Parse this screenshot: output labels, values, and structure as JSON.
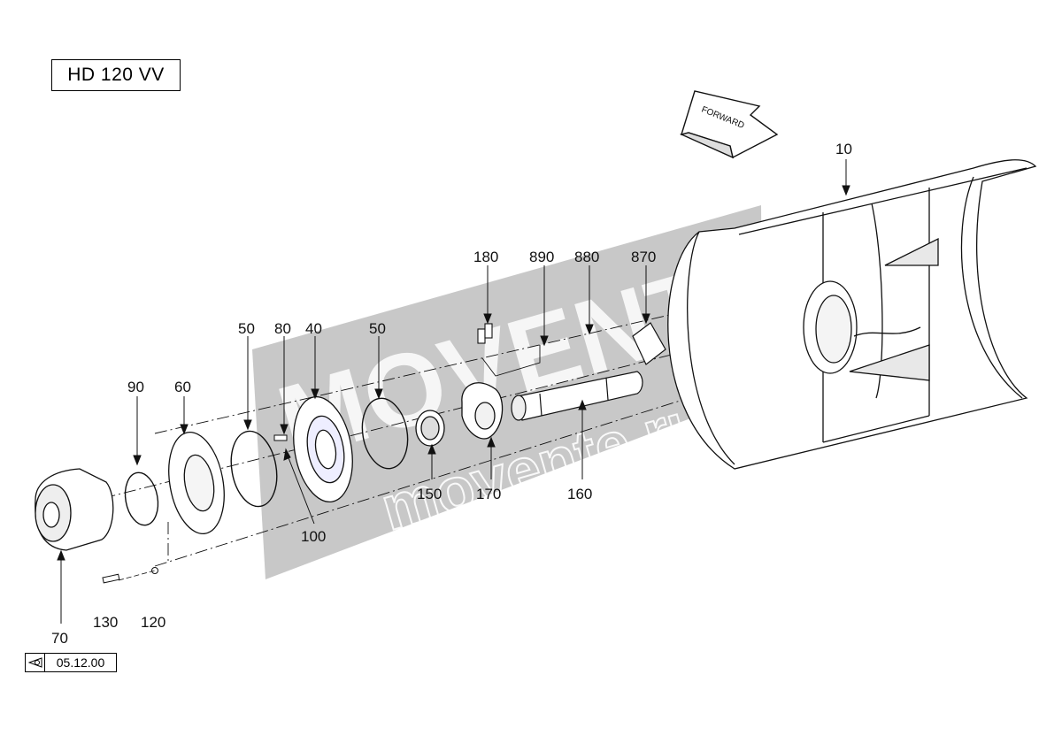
{
  "title": "HD 120 VV",
  "ref_date": "05.12.00",
  "watermark": {
    "brand": "MOVENTE",
    "site": "movente.ru"
  },
  "direction_arrow_text": "FORWARD",
  "callouts": [
    {
      "id": "c10",
      "label": "10"
    },
    {
      "id": "c180",
      "label": "180"
    },
    {
      "id": "c890",
      "label": "890"
    },
    {
      "id": "c880",
      "label": "880"
    },
    {
      "id": "c870",
      "label": "870"
    },
    {
      "id": "c50a",
      "label": "50"
    },
    {
      "id": "c80",
      "label": "80"
    },
    {
      "id": "c40",
      "label": "40"
    },
    {
      "id": "c50b",
      "label": "50"
    },
    {
      "id": "c90",
      "label": "90"
    },
    {
      "id": "c60",
      "label": "60"
    },
    {
      "id": "c150",
      "label": "150"
    },
    {
      "id": "c170",
      "label": "170"
    },
    {
      "id": "c160",
      "label": "160"
    },
    {
      "id": "c100",
      "label": "100"
    },
    {
      "id": "c130",
      "label": "130"
    },
    {
      "id": "c120",
      "label": "120"
    },
    {
      "id": "c70",
      "label": "70"
    }
  ],
  "colors": {
    "line": "#111111",
    "watermark": "#8a8a8a"
  }
}
